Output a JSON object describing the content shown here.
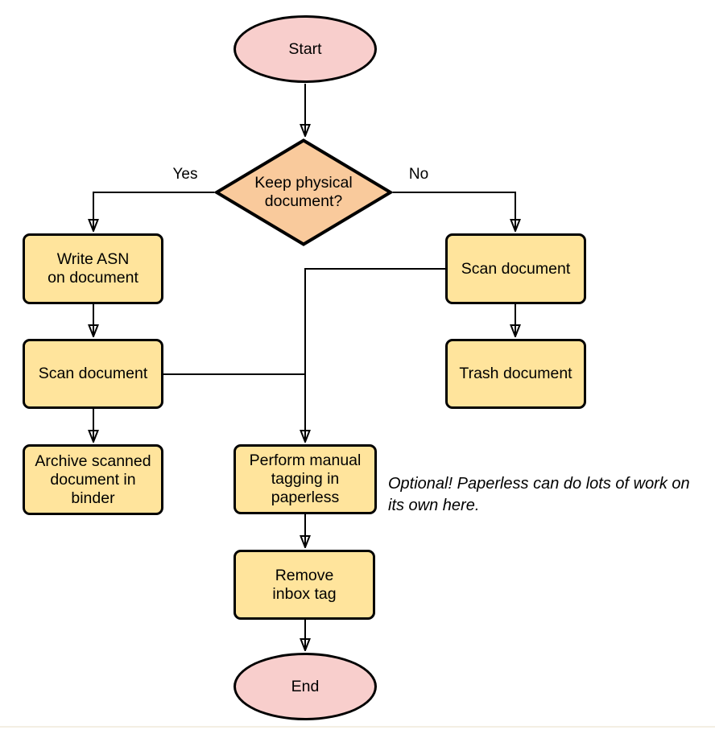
{
  "palette": {
    "page_bg": "#ffffff",
    "text_color": "#000000",
    "stroke": "#000000",
    "terminator_fill": "#f8cecc",
    "decision_fill": "#f9ca9c",
    "process_fill": "#ffe49c",
    "bottom_divider": "#f3efe3"
  },
  "nodes": {
    "start": {
      "label": "Start"
    },
    "decision": {
      "lines": [
        "Keep physical",
        "document?"
      ]
    },
    "write_asn": {
      "lines": [
        "Write ASN",
        "on document"
      ]
    },
    "scan_left": {
      "lines": [
        "Scan document"
      ]
    },
    "archive": {
      "lines": [
        "Archive scanned",
        "document in",
        "binder"
      ]
    },
    "scan_right": {
      "lines": [
        "Scan document"
      ]
    },
    "trash": {
      "lines": [
        "Trash document"
      ]
    },
    "tagging": {
      "lines": [
        "Perform manual",
        "tagging in",
        "paperless"
      ]
    },
    "remove_inbox": {
      "lines": [
        "Remove",
        "inbox tag"
      ]
    },
    "end": {
      "label": "End"
    }
  },
  "edge_labels": {
    "yes": "Yes",
    "no": "No"
  },
  "annotation": {
    "lines": [
      "Optional! Paperless can do lots of work on",
      "its own here."
    ]
  }
}
